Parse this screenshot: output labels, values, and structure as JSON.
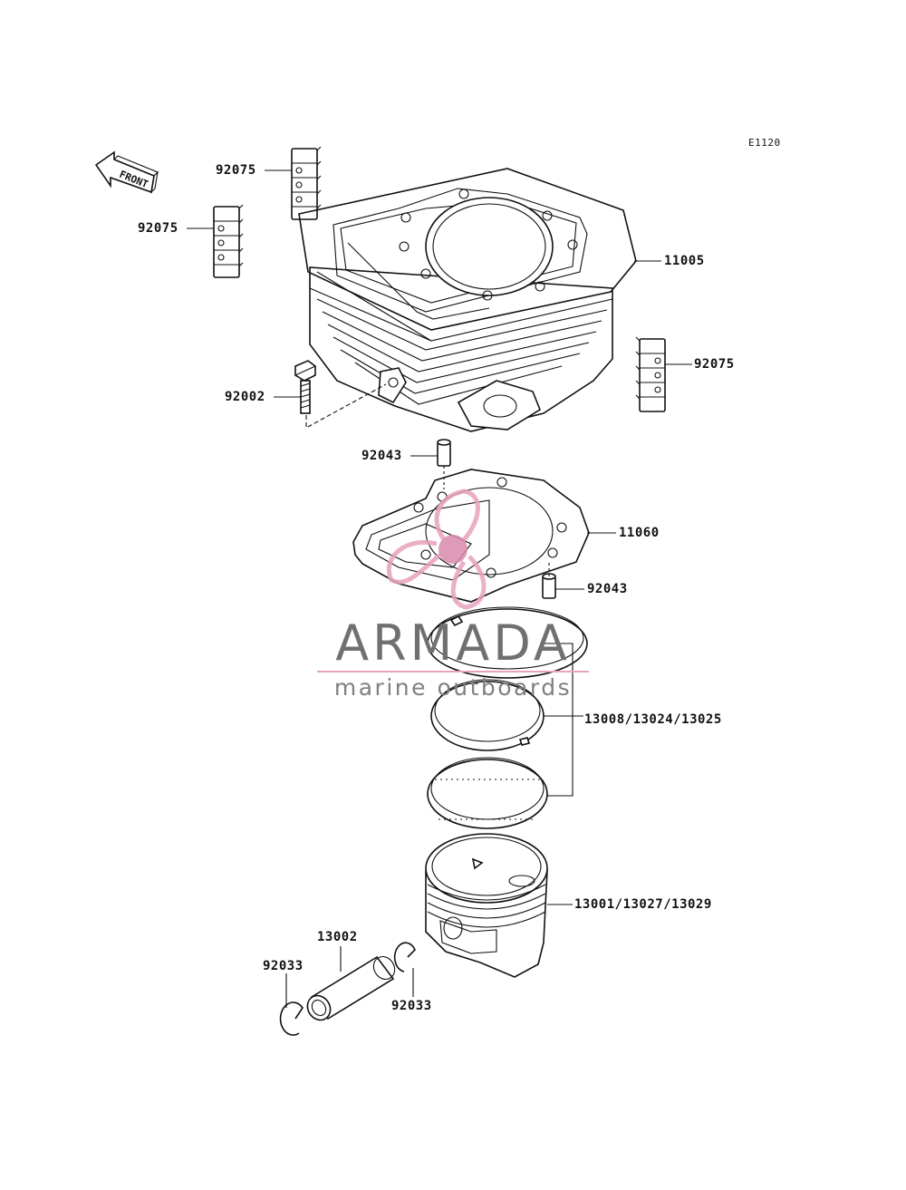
{
  "diagram": {
    "reference_code": "E1120",
    "front_arrow_text": "FRONT",
    "watermark": {
      "brand": "ARMADA",
      "tagline": "marine outboards",
      "accent_color": "#e7a2bd"
    },
    "callouts": {
      "damper_top": "92075",
      "damper_left": "92075",
      "damper_right": "92075",
      "cylinder": "11005",
      "bolt": "92002",
      "dowel_top": "92043",
      "gasket": "11060",
      "dowel_right": "92043",
      "ring_set": "13008/13024/13025",
      "piston": "13001/13027/13029",
      "piston_pin": "13002",
      "clip_left": "92033",
      "clip_right": "92033"
    }
  }
}
